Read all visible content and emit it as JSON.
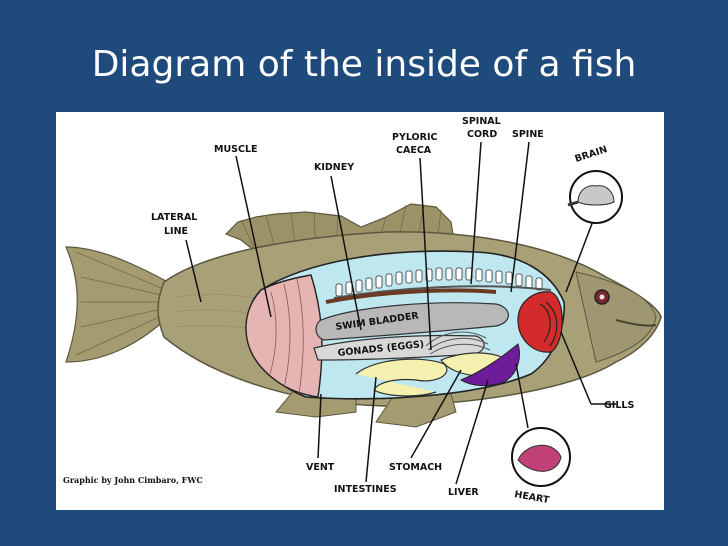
{
  "title": "Diagram of the inside of a fish",
  "labels": {
    "muscle": "MUSCLE",
    "lateral_line_1": "LATERAL",
    "lateral_line_2": "LINE",
    "kidney": "KIDNEY",
    "pyloric_caeca_1": "PYLORIC",
    "pyloric_caeca_2": "CAECA",
    "spinal_cord_1": "SPINAL",
    "spinal_cord_2": "CORD",
    "spine": "SPINE",
    "brain": "BRAIN",
    "swim_bladder": "SWIM BLADDER",
    "gonads": "GONADS (EGGS)",
    "gills": "GILLS",
    "vent": "VENT",
    "stomach": "STOMACH",
    "intestines": "INTESTINES",
    "liver": "LIVER",
    "heart": "HEART"
  },
  "credit": "Graphic by John Cimbaro, FWC",
  "colors": {
    "background": "#1f4a7c",
    "body": "#a8a077",
    "cavity": "#bfe7f0",
    "muscle": "#e5b4b3",
    "gills": "#d32b2b",
    "liver": "#6e1c9a",
    "heart": "#c04078"
  }
}
